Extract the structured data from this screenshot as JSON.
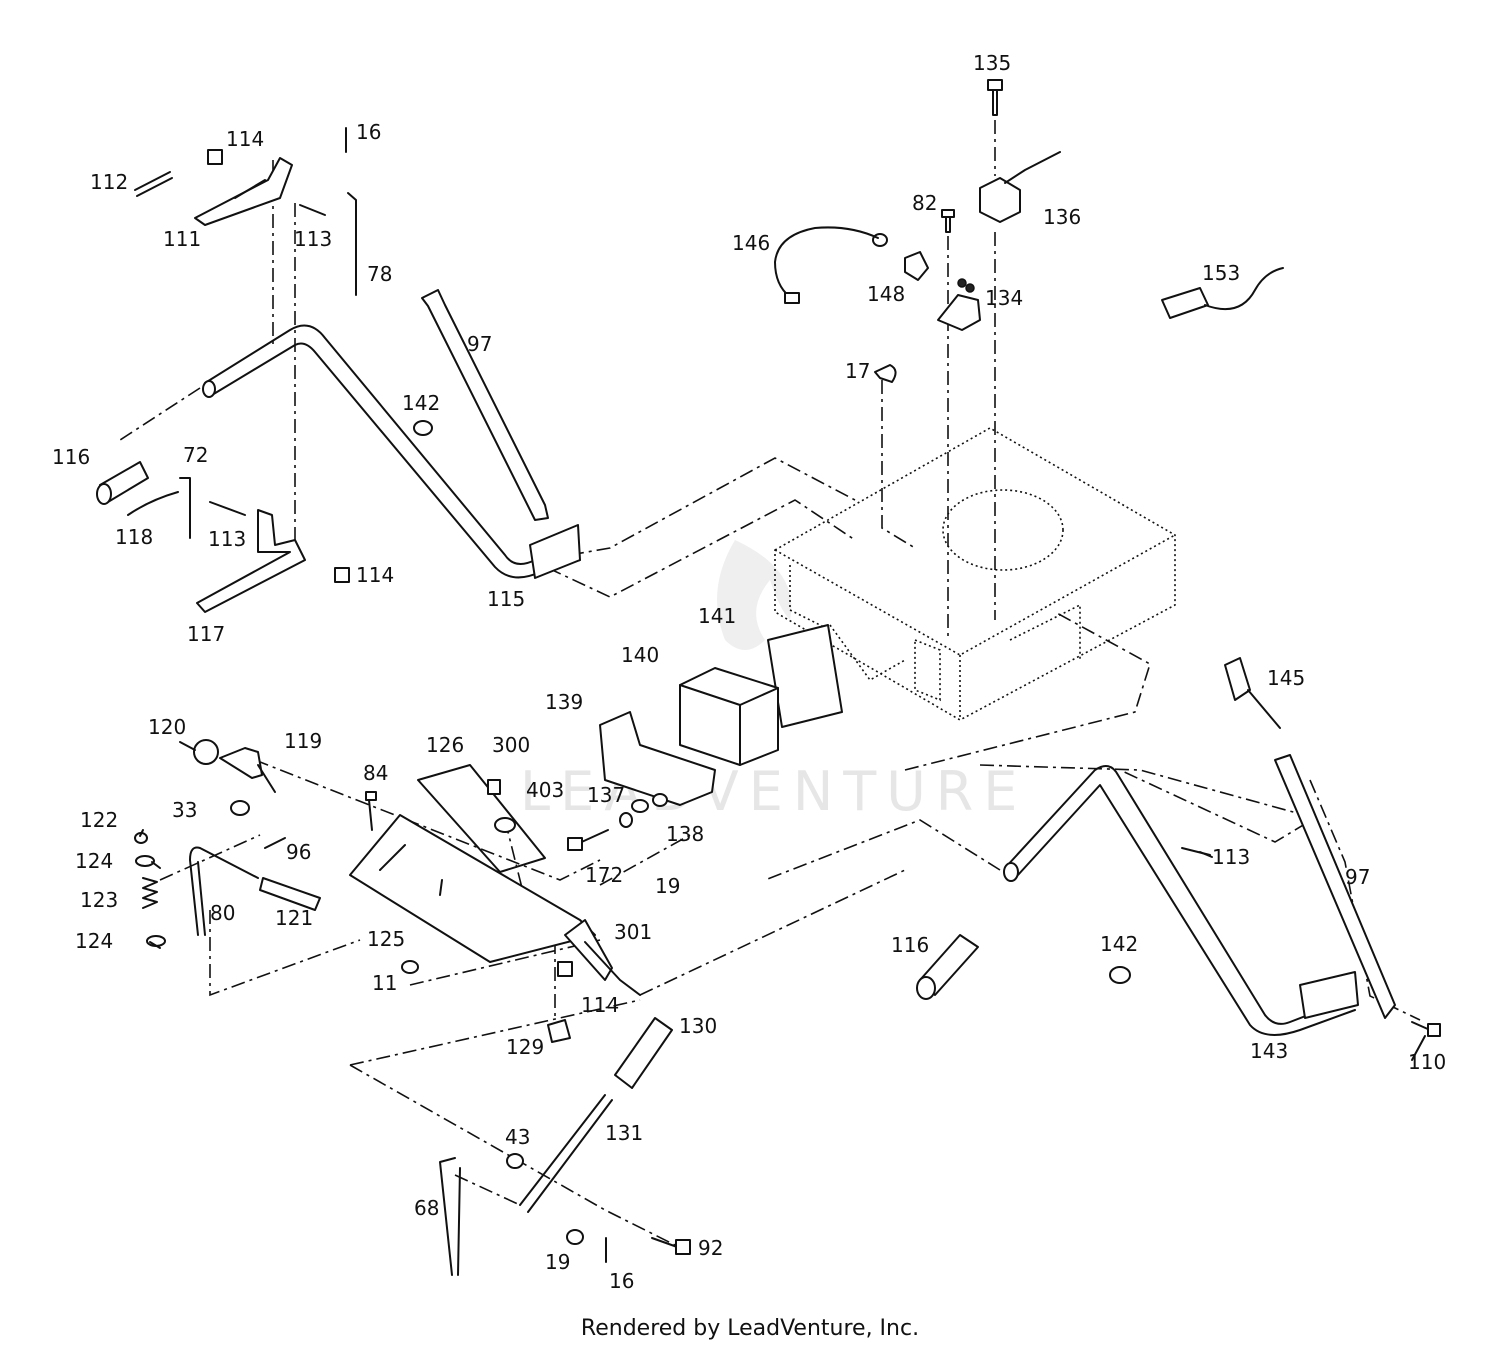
{
  "footer_text": "Rendered by LeadVenture, Inc.",
  "watermark_text": "LEADVENTURE",
  "labels": {
    "l135": "135",
    "l16a": "16",
    "l114a": "114",
    "l112": "112",
    "l111": "111",
    "l113a": "113",
    "l78": "78",
    "l82": "82",
    "l136": "136",
    "l146": "146",
    "l148": "148",
    "l134": "134",
    "l153": "153",
    "l97a": "97",
    "l142a": "142",
    "l17": "17",
    "l116a": "116",
    "l72": "72",
    "l118": "118",
    "l113b": "113",
    "l114b": "114",
    "l117": "117",
    "l115": "115",
    "l141": "141",
    "l140": "140",
    "l139": "139",
    "l145": "145",
    "l120": "120",
    "l119": "119",
    "l126": "126",
    "l300": "300",
    "l84": "84",
    "l403": "403",
    "l137": "137",
    "l138": "138",
    "l33": "33",
    "l122": "122",
    "l124a": "124",
    "l96": "96",
    "l123": "123",
    "l80": "80",
    "l121": "121",
    "l124b": "124",
    "l125": "125",
    "l172": "172",
    "l19a": "19",
    "l113c": "113",
    "l97b": "97",
    "l301": "301",
    "l11": "11",
    "l114c": "114",
    "l116b": "116",
    "l142b": "142",
    "l130": "130",
    "l129": "129",
    "l143": "143",
    "l110": "110",
    "l131": "131",
    "l43": "43",
    "l68": "68",
    "l92": "92",
    "l19b": "19",
    "l16b": "16"
  }
}
